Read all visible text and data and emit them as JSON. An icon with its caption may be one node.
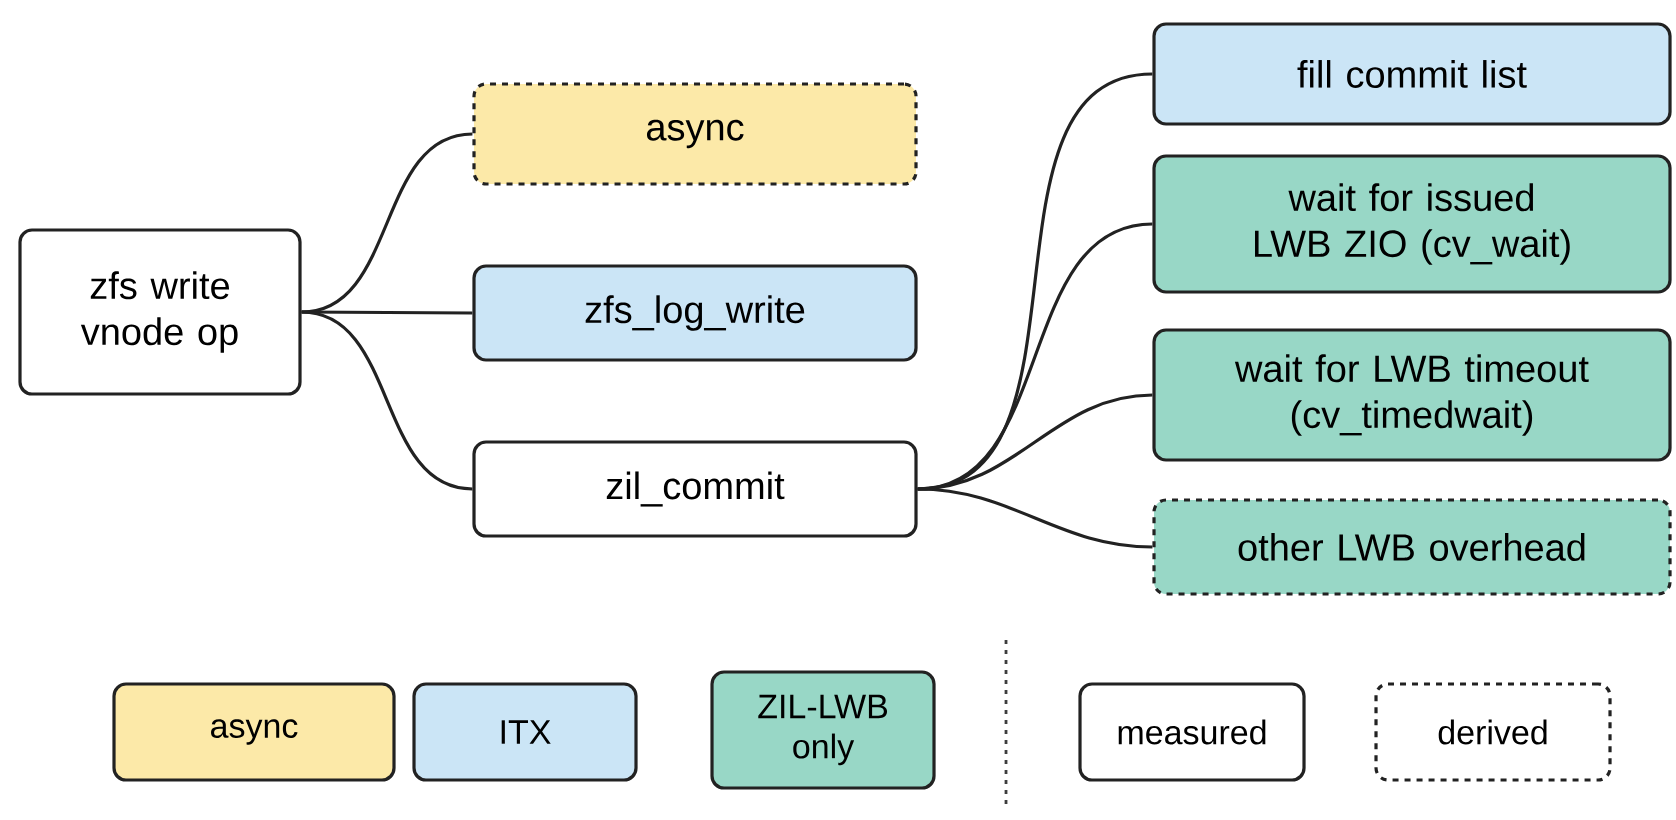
{
  "diagram": {
    "nodes": [
      {
        "text": [
          "zfs write vnode op"
        ]
      },
      {
        "text": [
          "async"
        ]
      },
      {
        "text": [
          "zfs_log_write"
        ]
      },
      {
        "text": [
          "zil_commit"
        ]
      },
      {
        "text": [
          "fill commit list"
        ]
      },
      {
        "text": [
          "wait for issued LWB ZIO (cv_wait)"
        ]
      },
      {
        "text": [
          "wait for LWB timeout (cv_timedwait)"
        ]
      },
      {
        "text": [
          "other LWB overhead"
        ]
      }
    ],
    "edges": [
      {
        "from": 0,
        "to": 1,
        "arrow": "none"
      },
      {
        "from": 0,
        "to": 2,
        "arrow": "none"
      },
      {
        "from": 0,
        "to": 3,
        "arrow": "none"
      },
      {
        "from": 3,
        "to": 4,
        "arrow": "none"
      },
      {
        "from": 3,
        "to": 5,
        "arrow": "none"
      },
      {
        "from": 3,
        "to": 6,
        "arrow": "none"
      },
      {
        "from": 3,
        "to": 7,
        "arrow": "none"
      }
    ],
    "legend": [
      {
        "text": "async",
        "color": "#fce9a8"
      },
      {
        "text": "ITX",
        "color": "#cbe5f6"
      },
      {
        "text": "ZIL-LWB only",
        "color": "#98d7c6"
      },
      {
        "text": "measured"
      },
      {
        "text": "derived"
      }
    ]
  }
}
